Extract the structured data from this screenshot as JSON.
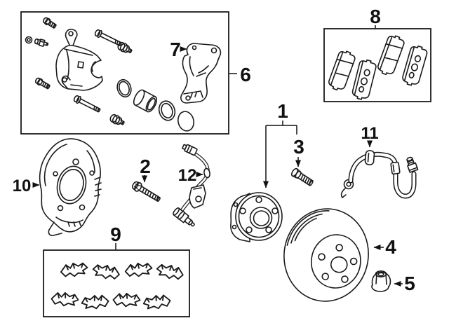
{
  "diagram": {
    "background": "#ffffff",
    "ink": "#1a1a1a",
    "callouts": {
      "hub_assembly": "1",
      "caliper_bolt": "2",
      "wheel_stud": "3",
      "brake_rotor": "4",
      "lug_nut": "5",
      "caliper_kit_box": "6",
      "caliper_bracket": "7",
      "brake_pad_kit_box": "8",
      "pad_fitting_kit_box": "9",
      "splash_shield": "10",
      "brake_hose": "11",
      "abs_speed_sensor": "12"
    }
  }
}
